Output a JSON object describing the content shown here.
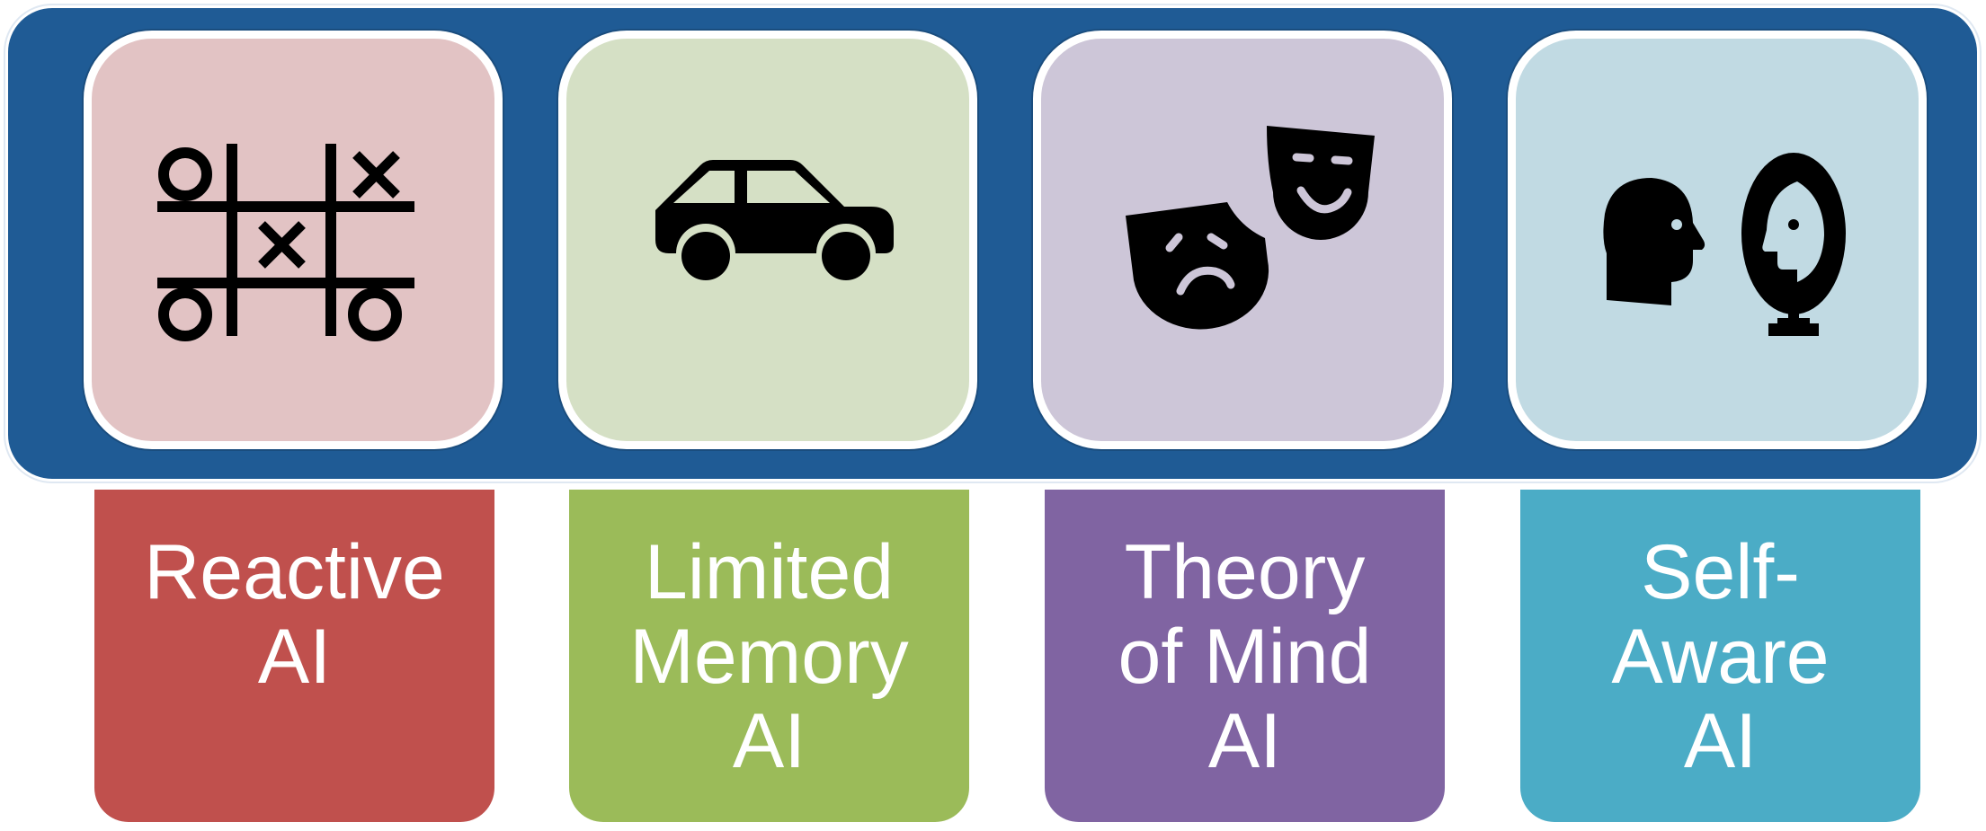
{
  "colors": {
    "banner": "#1f5b95",
    "tile_reactive": "#e2c3c4",
    "tile_limited": "#d5e0c5",
    "tile_theory": "#cdc6d8",
    "tile_self": "#c1dae3",
    "label_reactive": "#c0504d",
    "label_limited": "#9bbb59",
    "label_theory": "#8064a2",
    "label_self": "#4bacc6"
  },
  "types": [
    {
      "icon": "tic-tac-toe-icon",
      "label_lines": [
        "Reactive",
        "AI"
      ]
    },
    {
      "icon": "car-icon",
      "label_lines": [
        "Limited",
        "Memory",
        "AI"
      ]
    },
    {
      "icon": "theater-masks-icon",
      "label_lines": [
        "Theory",
        "of Mind",
        "AI"
      ]
    },
    {
      "icon": "head-mirror-icon",
      "label_lines": [
        "Self-",
        "Aware",
        "AI"
      ]
    }
  ]
}
